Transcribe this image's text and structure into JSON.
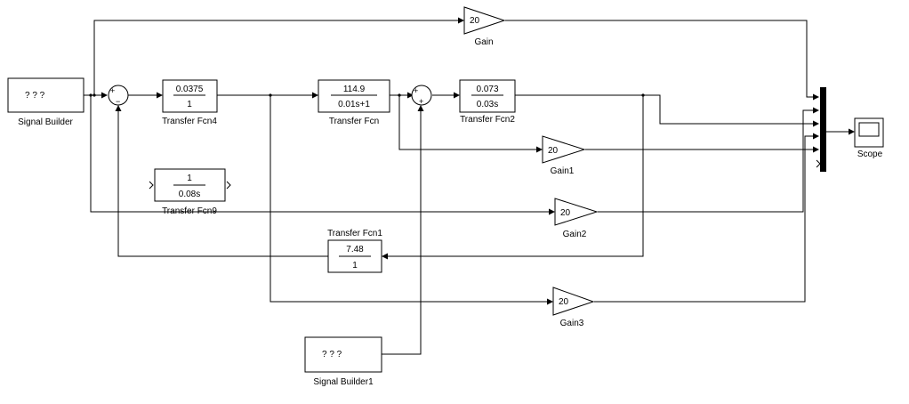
{
  "blocks": {
    "signal_builder": {
      "label": "Signal Builder",
      "content": "? ? ?"
    },
    "signal_builder1": {
      "label": "Signal Builder1",
      "content": "? ? ?"
    },
    "tf4": {
      "label": "Transfer Fcn4",
      "num": "0.0375",
      "den": "1"
    },
    "tf": {
      "label": "Transfer Fcn",
      "num": "114.9",
      "den": "0.01s+1"
    },
    "tf2": {
      "label": "Transfer Fcn2",
      "num": "0.073",
      "den": "0.03s"
    },
    "tf9": {
      "label": "Transfer Fcn9",
      "num": "1",
      "den": "0.08s"
    },
    "tf1": {
      "label": "Transfer Fcn1",
      "num": "7.48",
      "den": "1"
    },
    "gain": {
      "label": "Gain",
      "value": "20"
    },
    "gain1": {
      "label": "Gain1",
      "value": "20"
    },
    "gain2": {
      "label": "Gain2",
      "value": "20"
    },
    "gain3": {
      "label": "Gain3",
      "value": "20"
    },
    "scope": {
      "label": "Scope"
    },
    "sum1": {
      "plus": "+",
      "minus": "−"
    },
    "sum2": {
      "plus1": "+",
      "plus2": "+"
    }
  }
}
